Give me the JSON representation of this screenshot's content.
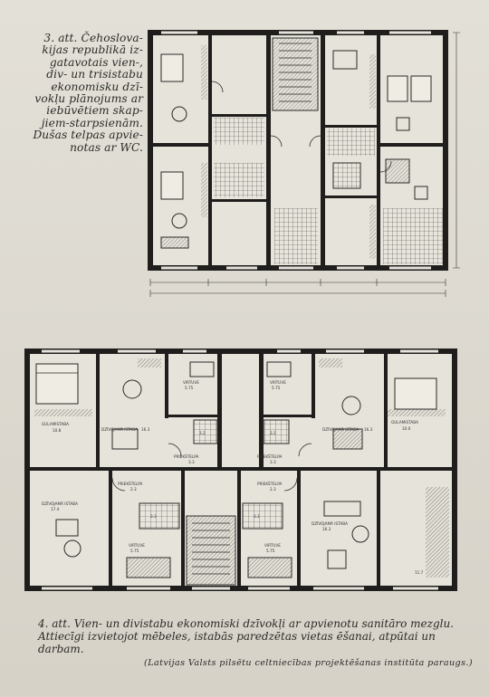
{
  "figure3": {
    "label": "3. att.",
    "caption": "Čehoslovakijas republikā izgatavotais vienun trisistabu ekonomisku dzīvokļu plānojums ar iebūvētiem skapjiem-starpsienām. Dušas telpas apvienotas ar WC.",
    "caption_lines": [
      "Čehoslova-",
      "kijas republikā iz-",
      "gatavotais vien-,",
      "div- un trisistabu",
      "ekonomisku dzī-",
      "vokļu plānojums ar",
      "iebūvētiem skap-",
      "jiem-starpsienām.",
      "Dušas telpas apvie-",
      "notas ar WC."
    ]
  },
  "figure4": {
    "label": "4. att.",
    "caption": "Vien- un divistabu ekonomiski dzīvokļi ar apvienotu sanitāro mezglu. Attiecīgi izvietojot mēbeles, istabās paredzētas vietas ēšanai, atpūtai un darbam.",
    "caption_lines": [
      "Vien- un divistabu ekonomiski dzīvokļi ar apvienotu sanitāro mezglu.",
      "Attiecīgi izvietojot mēbeles, istabās paredzētas vietas ēšanai, atpūtai un darbam."
    ],
    "source": "(Latvijas Valsts pilsētu celtniecības projektēšanas institūta paraugs.)",
    "room_labels": {
      "bedroom_left": "GULAMISTABA",
      "bedroom_left_area": "10.8",
      "living_left": "DZĪVOJAMĀ ISTABA",
      "living_left_area": "16.3",
      "kitchen_tl": "VIRTUVE",
      "kitchen_tl_area": "5.75",
      "kitchen_tr": "VIRTUVE",
      "kitchen_tr_area": "5.75",
      "bath_l": "3.2",
      "bath_r": "3.2",
      "hall_l": "PRIEKŠTELPA",
      "hall_l_area": "3.3",
      "hall_r": "PRIEKŠTELPA",
      "hall_r_area": "3.3",
      "living_right": "DZĪVOJAMĀ ISTABA",
      "living_right_area": "16.3",
      "bedroom_right": "GULAMISTABA",
      "bedroom_right_area": "10.0",
      "living_bl": "DZĪVOJAMĀ ISTABA",
      "living_bl_area": "17.4",
      "hall_bl": "PRIEKŠTELPA",
      "hall_bl_area": "2.3",
      "bath_bl": "3.3",
      "kitchen_bl": "VIRTUVE",
      "kitchen_bl_area": "5.75",
      "hall_br": "PRIEKŠTELPA",
      "hall_br_area": "2.3",
      "bath_br": "3.3",
      "kitchen_br": "VIRTUVE",
      "kitchen_br_area": "5.75",
      "living_br": "DZĪVOJAMĀ ISTABA",
      "living_br_area": "16.3",
      "small_br_area": "11.7"
    }
  }
}
